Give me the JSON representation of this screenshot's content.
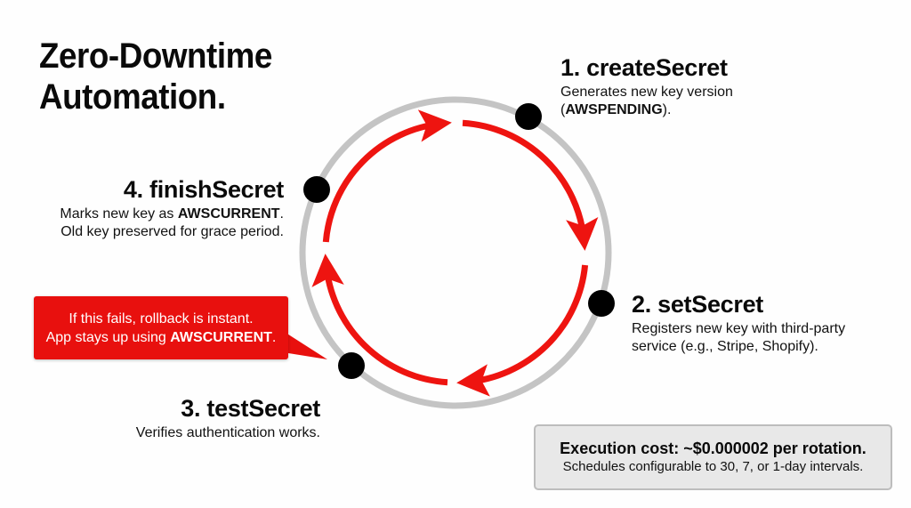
{
  "title": {
    "line1": "Zero-Downtime",
    "line2": "Automation."
  },
  "steps": [
    {
      "id": 1,
      "heading": "1. createSecret",
      "desc_before": "Generates new key version (",
      "desc_bold": "AWSPENDING",
      "desc_after": ")."
    },
    {
      "id": 2,
      "heading": "2. setSecret",
      "line1": "Registers new key with third-party",
      "line2": "service (e.g., Stripe, Shopify)."
    },
    {
      "id": 3,
      "heading": "3. testSecret",
      "line1": "Verifies authentication works."
    },
    {
      "id": 4,
      "heading": "4. finishSecret",
      "line1_before": "Marks new key as ",
      "line1_bold": "AWSCURRENT",
      "line1_after": ".",
      "line2": "Old key preserved for grace period."
    }
  ],
  "callout": {
    "line1": "If this fails, rollback is instant.",
    "line2_before": "App stays up using ",
    "line2_bold": "AWSCURRENT",
    "line2_after": "."
  },
  "cost_box": {
    "main": "Execution cost: ~$0.000002 per rotation.",
    "sub": "Schedules configurable to 30, 7, or 1-day intervals."
  },
  "colors": {
    "accent_red": "#e8100e",
    "ring_gray": "#c4c4c4",
    "node_black": "#000000",
    "cost_box_bg": "#e8e8e8"
  },
  "icons": {
    "cycle_arrows": "clockwise-cycle-arrows",
    "step_node": "filled-circle-dot"
  }
}
